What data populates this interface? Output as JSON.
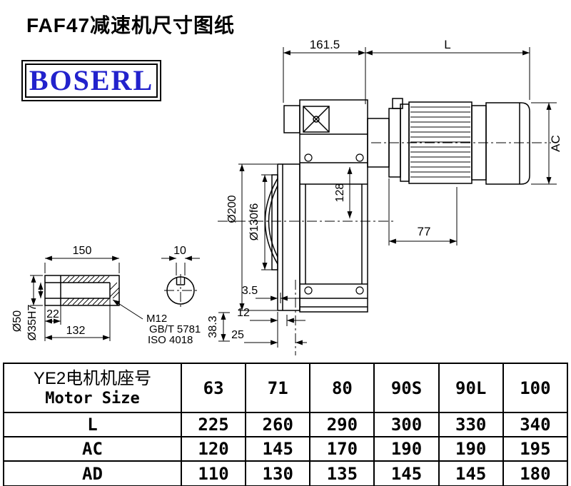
{
  "page": {
    "title": "FAF47减速机尺寸图纸",
    "brand": "BOSERL"
  },
  "drawing": {
    "dim_161_5": "161.5",
    "dim_L": "L",
    "dim_AC": "AC",
    "dim_flange_od": "Ø200",
    "dim_spigot": "Ø130f6",
    "dim_128": "128",
    "dim_77": "77",
    "dim_3_5": "3.5",
    "dim_12": "12",
    "dim_25": "25",
    "dim_38_3": "38.3",
    "shaft_len": "150",
    "key_width": "10",
    "shaft_od": "Ø50",
    "bore": "Ø35H7",
    "dim_22": "22",
    "dim_132": "132",
    "thread": "M12",
    "std_gb": "GB/T 5781",
    "std_iso": "ISO 4018"
  },
  "table": {
    "header_cn": "YE2电机机座号",
    "header_en": "Motor Size",
    "columns": [
      "63",
      "71",
      "80",
      "90S",
      "90L",
      "100"
    ],
    "rows": [
      {
        "label": "L",
        "values": [
          "225",
          "260",
          "290",
          "300",
          "330",
          "340"
        ]
      },
      {
        "label": "AC",
        "values": [
          "120",
          "145",
          "170",
          "190",
          "190",
          "195"
        ]
      },
      {
        "label": "AD",
        "values": [
          "110",
          "130",
          "135",
          "145",
          "145",
          "180"
        ]
      }
    ]
  }
}
